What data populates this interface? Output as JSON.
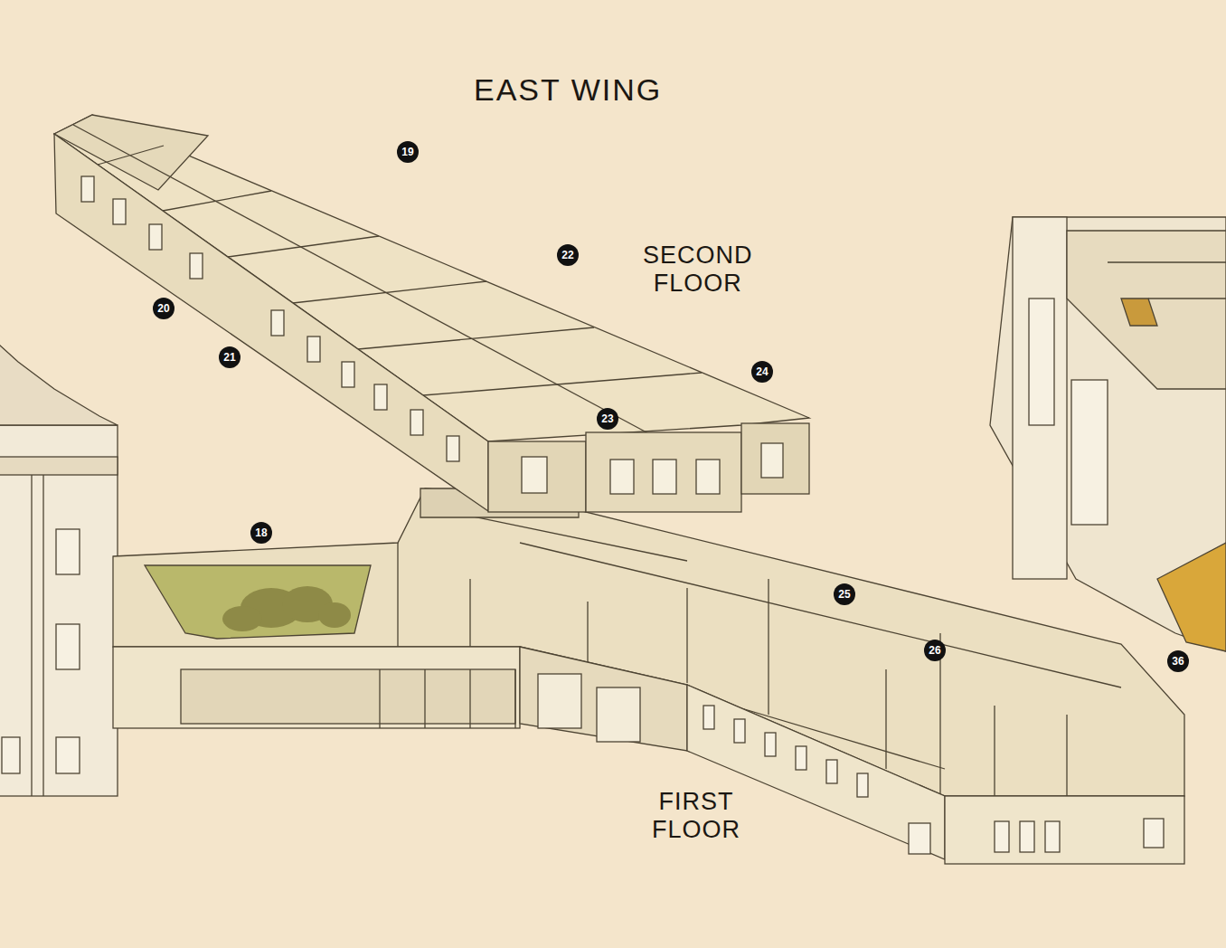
{
  "diagram": {
    "title": "EAST WING",
    "labels": [
      "19",
      "22",
      "SECOND FLOOR",
      "20",
      "21",
      "24",
      "23",
      "18",
      "25",
      "26",
      "36",
      "FIRST FLOOR"
    ]
  }
}
